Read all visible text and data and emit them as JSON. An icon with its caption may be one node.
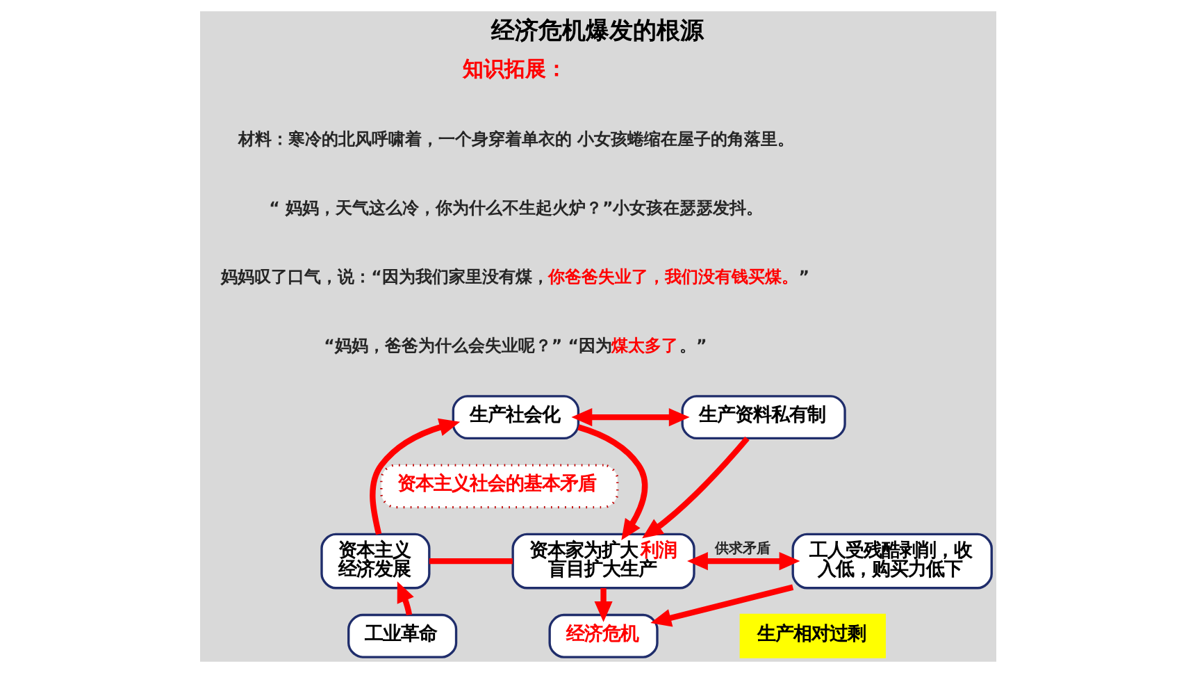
{
  "diagram": {
    "title": "经济危机爆发的根源",
    "nodes": [
      {
        "text": [
          "资本主义经济发展"
        ]
      },
      {
        "text": [
          "工业革命"
        ]
      },
      {
        "text": [
          "生产社会化"
        ]
      },
      {
        "text": [
          "生产资料私有制"
        ]
      },
      {
        "text": [
          "资本主义社会的基本矛盾"
        ]
      },
      {
        "text": [
          "资本家为扩大**利润**盲目扩大生产"
        ]
      },
      {
        "text": [
          "工人受残酷剥削，收入低，购买力低下"
        ]
      },
      {
        "text": [
          "经济危机"
        ]
      },
      {
        "text": [
          "生产相对过剩"
        ]
      }
    ],
    "edges": [
      {
        "from": 1,
        "to": 0,
        "arrow": "to"
      },
      {
        "from": 0,
        "to": 2,
        "arrow": "to"
      },
      {
        "from": 2,
        "to": 3,
        "arrow": "both"
      },
      {
        "from": 2,
        "to": 5,
        "arrow": "to"
      },
      {
        "from": 3,
        "to": 5,
        "arrow": "to"
      },
      {
        "from": 0,
        "to": 5,
        "arrow": "none"
      },
      {
        "from": 5,
        "to": 6,
        "arrow": "both",
        "label": "供求矛盾"
      },
      {
        "from": 5,
        "to": 7,
        "arrow": "to"
      },
      {
        "from": 6,
        "to": 7,
        "arrow": "to"
      }
    ],
    "labels": [
      "知识拓展：",
      "材料：寒冷的北风呼啸着，一个身穿着单衣的 小女孩蜷缩在屋子的角落里。",
      "“ 妈妈，天气这么冷，你为什么不生起火炉？”小女孩在瑟瑟发抖。",
      "妈妈叹了口气，说：“因为我们家里没有煤，**你爸爸失业了，我们没有钱买煤。**”",
      "“妈妈，爸爸为什么会失业呢？” “因为**煤太多了**。”"
    ]
  }
}
